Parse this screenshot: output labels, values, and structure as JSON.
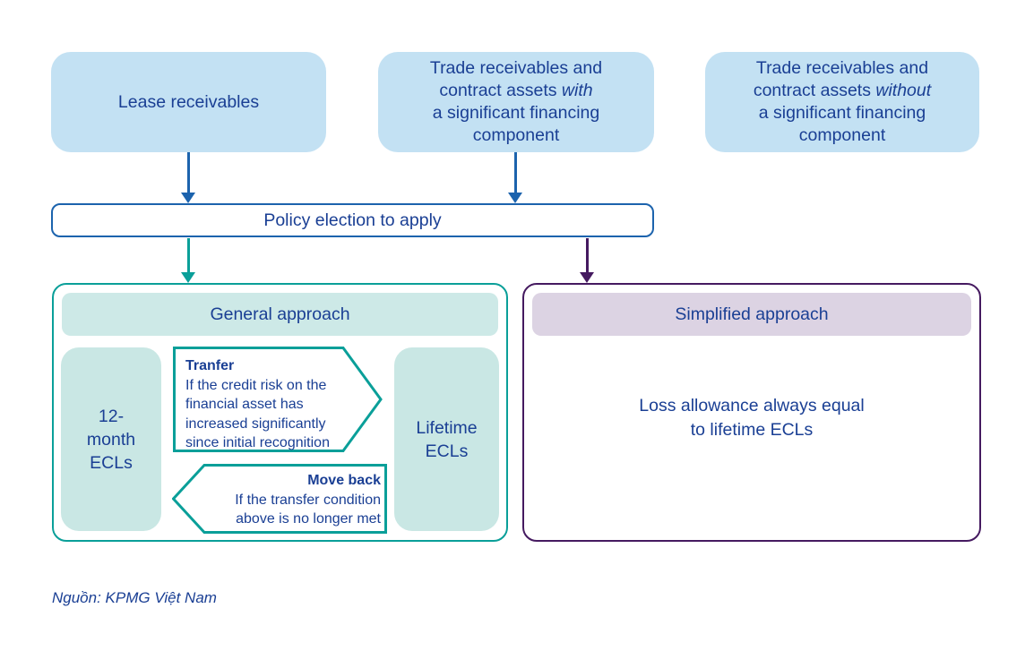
{
  "colors": {
    "navy_text": "#1a3f94",
    "light_blue_fill": "#c3e1f3",
    "blue_line": "#1c63ad",
    "teal_line": "#0a9f99",
    "light_teal_fill": "#cde9e7",
    "teal_box_fill": "#c9e7e4",
    "purple_line": "#451a60",
    "lavender_fill": "#dcd3e3"
  },
  "top_boxes": [
    {
      "lines": [
        [
          {
            "text": "Lease receivables"
          }
        ]
      ]
    },
    {
      "lines": [
        [
          {
            "text": "Trade receivables and"
          }
        ],
        [
          {
            "text": "contract assets "
          },
          {
            "text": "with",
            "italic": true
          }
        ],
        [
          {
            "text": "a significant financing"
          }
        ],
        [
          {
            "text": "component"
          }
        ]
      ]
    },
    {
      "lines": [
        [
          {
            "text": "Trade receivables and"
          }
        ],
        [
          {
            "text": "contract assets "
          },
          {
            "text": "without",
            "italic": true
          }
        ],
        [
          {
            "text": "a significant financing"
          }
        ],
        [
          {
            "text": "component"
          }
        ]
      ]
    }
  ],
  "policy_box": {
    "label": "Policy election to apply"
  },
  "general": {
    "header": "General approach",
    "left_box_lines": [
      "12-",
      "month",
      "ECLs"
    ],
    "right_box_lines": [
      "Lifetime",
      "ECLs"
    ],
    "transfer": {
      "lines": [
        "Tranfer",
        "If the credit risk on the",
        "financial asset has",
        "increased significantly",
        "since initial recognition"
      ]
    },
    "move_back": {
      "lines": [
        "Move back",
        "If the transfer condition",
        "above is no longer met"
      ]
    }
  },
  "simplified": {
    "header": "Simplified approach",
    "body_lines": [
      "Loss allowance always equal",
      "to lifetime ECLs"
    ]
  },
  "source": "Nguồn: KPMG Việt Nam"
}
